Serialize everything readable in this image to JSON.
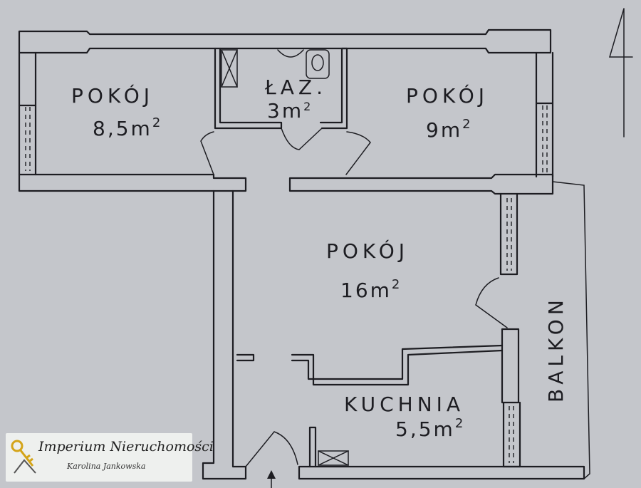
{
  "rooms": [
    {
      "name": "POKÓJ",
      "area": "8,5",
      "unit": "m",
      "exp": "2"
    },
    {
      "name": "ŁAZ.",
      "area": "3",
      "unit": "m",
      "exp": "2"
    },
    {
      "name": "POKÓJ",
      "area": "9",
      "unit": "m",
      "exp": "2"
    },
    {
      "name": "POKÓJ",
      "area": "16",
      "unit": "m",
      "exp": "2"
    },
    {
      "name": "KUCHNIA",
      "area": "5,5",
      "unit": "m",
      "exp": "2"
    }
  ],
  "balcony": {
    "name": "BALKON"
  },
  "logo": {
    "brand": "Imperium Nieruchomości",
    "owner": "Karolina Jankowska"
  },
  "colors": {
    "paper": "#c4c6cb",
    "ink": "#1d1d22",
    "logo_bg": "#eef0ee"
  },
  "icons": [
    "north-arrow-icon",
    "entrance-arrow-icon",
    "key-house-logo-icon"
  ]
}
